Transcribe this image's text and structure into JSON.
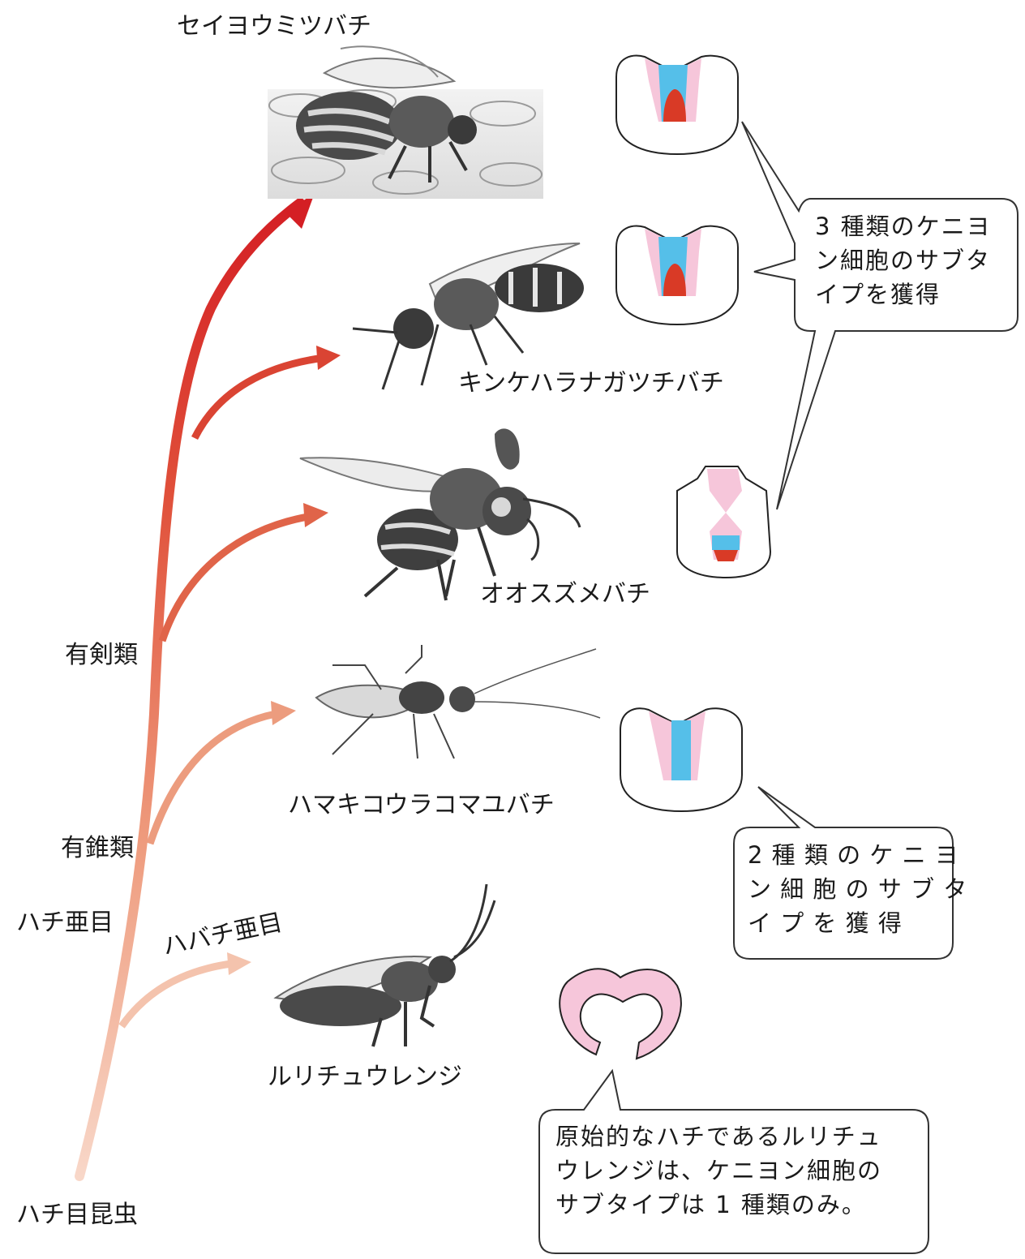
{
  "title": "",
  "root_label": "ハチ目昆虫",
  "clade_labels": {
    "hachi_amoku": "ハチ亜目",
    "habachi_amoku": "ハバチ亜目",
    "yusuirui": "有錐類",
    "yukenrui": "有剣類"
  },
  "species": [
    {
      "name": "セイヨウミツバチ",
      "kenyon_subtypes": 3
    },
    {
      "name": "キンケハラナガツチバチ",
      "kenyon_subtypes": 3
    },
    {
      "name": "オオスズメバチ",
      "kenyon_subtypes": 3
    },
    {
      "name": "ハマキコウラコマユバチ",
      "kenyon_subtypes": 2
    },
    {
      "name": "ルリチュウレンジ",
      "kenyon_subtypes": 1
    }
  ],
  "callouts": {
    "three_types": [
      "3 種類のケニヨ",
      "ン細胞のサブタ",
      "イプを獲得"
    ],
    "two_types": [
      "2 種 類 の ケ ニ ヨ",
      "ン 細 胞 の サ ブ タ",
      "イ プ を 獲 得"
    ],
    "one_type": [
      "原始的なハチであるルリチュ",
      "ウレンジは、ケニヨン細胞の",
      "サブタイプは 1 種類のみ。"
    ]
  },
  "colors": {
    "subtype_pink": "#f6c6da",
    "subtype_blue": "#55bfe9",
    "subtype_red": "#d93a26",
    "arrow_dark": "#d41f24",
    "arrow_light": "#f2b9a0"
  },
  "icons": {
    "insect": "insect-illustration-icon",
    "mushroom_body": "mushroom-body-section-icon"
  }
}
